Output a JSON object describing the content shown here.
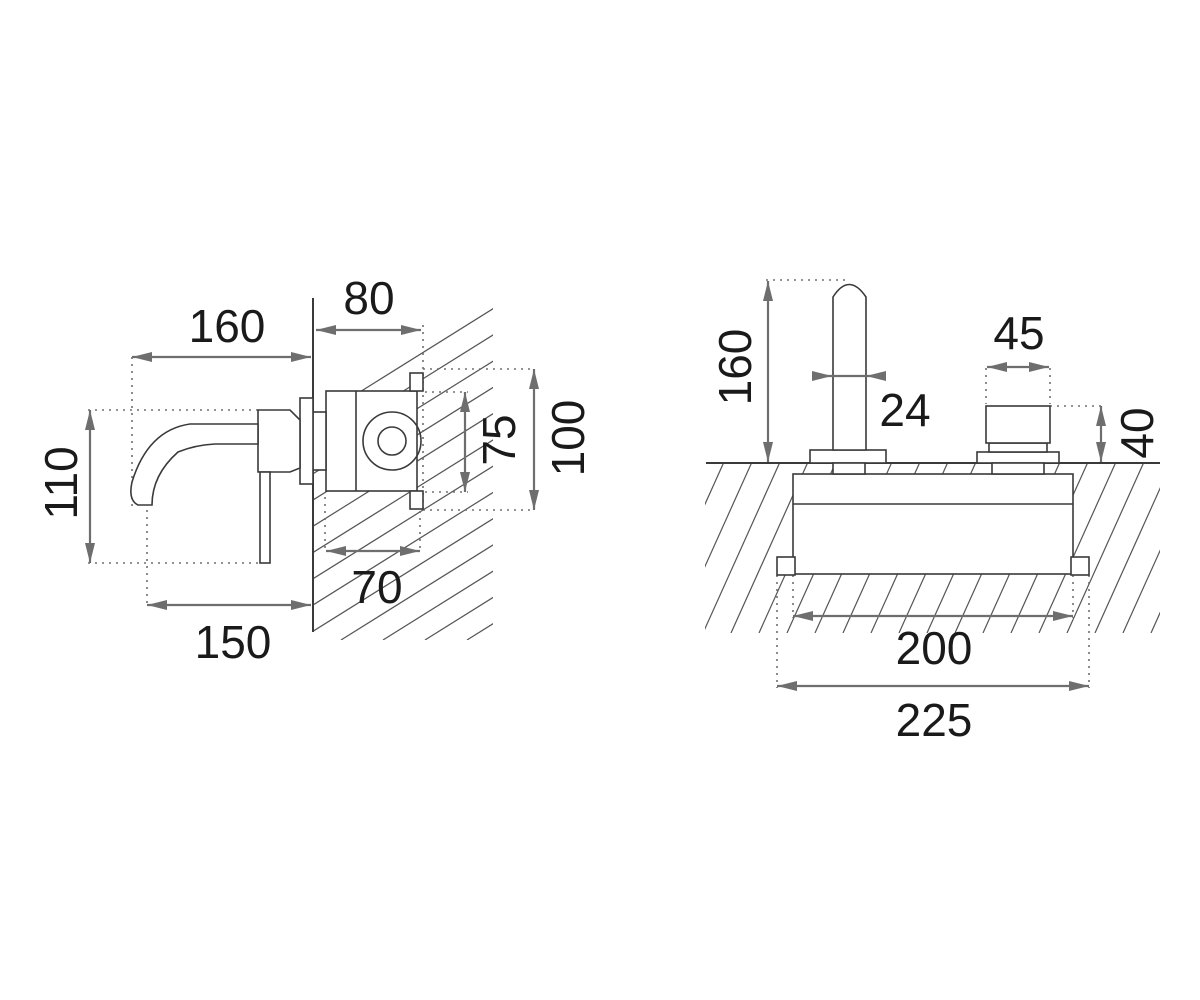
{
  "side_view": {
    "dim_spout_projection": "160",
    "dim_box_depth": "80",
    "dim_height": "110",
    "dim_plate_height_inner": "75",
    "dim_plate_height_outer": "100",
    "dim_box_inner_depth": "70",
    "dim_handle_projection": "150"
  },
  "top_view": {
    "dim_spout_height": "160",
    "dim_spout_diameter": "24",
    "dim_handle_width": "45",
    "dim_handle_height": "40",
    "dim_box_width": "200",
    "dim_overall_width": "225"
  }
}
